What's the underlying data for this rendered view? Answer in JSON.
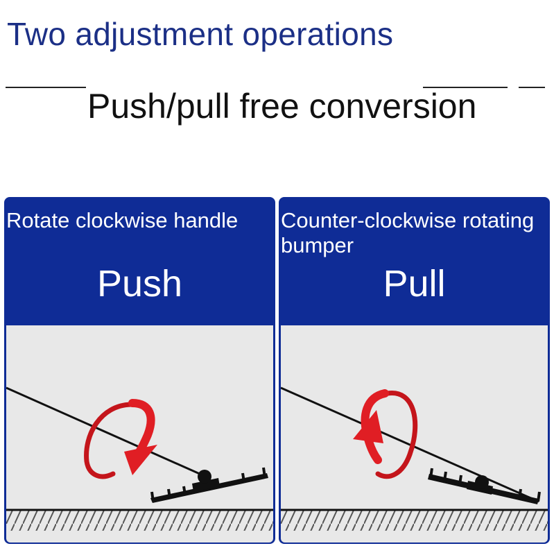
{
  "header": {
    "title": "Two adjustment operations",
    "subtitle": "Push/pull free conversion"
  },
  "panels": [
    {
      "label": "Rotate clockwise handle",
      "action": "Push",
      "rotation": "clockwise"
    },
    {
      "label": "Counter-clockwise rotating bumper",
      "action": "Pull",
      "rotation": "counter-clockwise"
    }
  ],
  "colors": {
    "title_blue": "#1b2f86",
    "panel_blue": "#0f2c96",
    "scene_bg": "#e8e8e8",
    "arrow_red": "#e01e24"
  },
  "icons": [
    "rotation-arrow-icon",
    "handle-rod-icon",
    "bumper-head-icon",
    "ground-hatch-icon"
  ]
}
